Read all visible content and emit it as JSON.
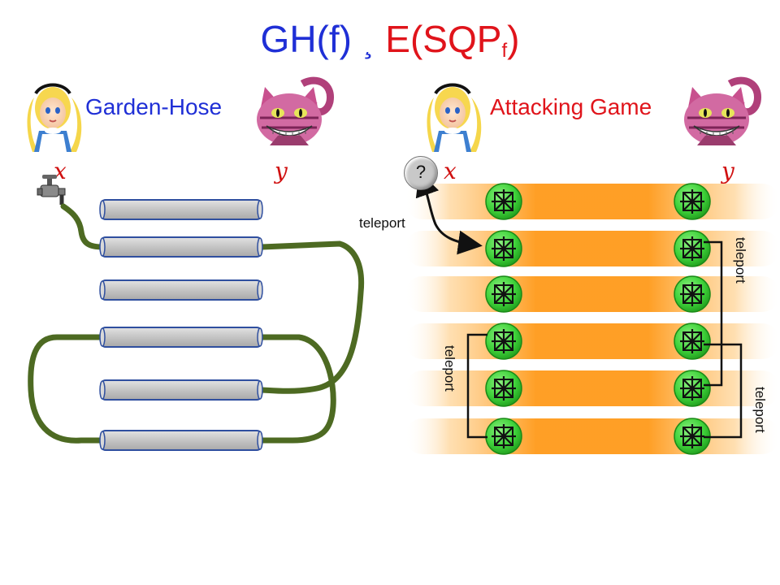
{
  "title": {
    "gh_text": "GH(f)",
    "separator": "¸",
    "e_text": "E(SQP",
    "e_sub": "f",
    "e_close": ")",
    "gh_color": "#1f2fd6",
    "e_color": "#e0141b"
  },
  "left_panel": {
    "label": "Garden-Hose",
    "alice_var": "x",
    "cat_var": "y",
    "pipe_count": 6
  },
  "right_panel": {
    "label": "Attacking Game",
    "alice_var": "x",
    "cat_var": "y",
    "question_mark": "?",
    "teleport_labels": [
      "teleport",
      "teleport",
      "teleport",
      "teleport"
    ],
    "rows": 6
  },
  "colors": {
    "hose": "#4d6a22",
    "pipe_fill": "#c6c6c6",
    "pipe_stroke": "#2f4f9f",
    "beam": "#ff8c00",
    "node_fill": "#3fd23a",
    "node_symbol": "#111111"
  },
  "icons": [
    "alice-icon",
    "cheshire-cat-icon",
    "faucet-icon",
    "entangled-node-icon"
  ]
}
